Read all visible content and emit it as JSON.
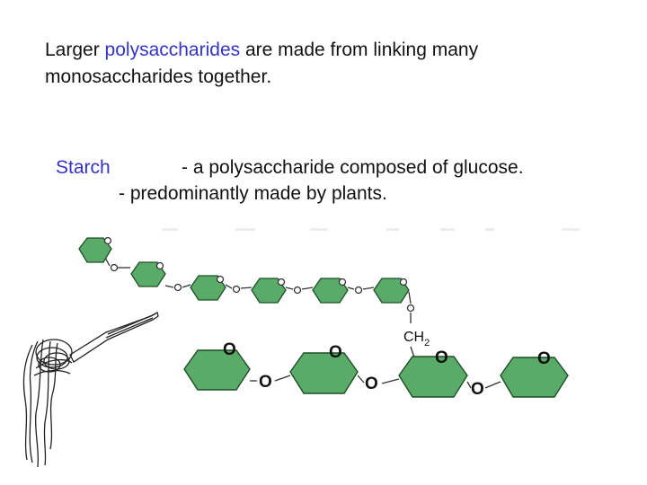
{
  "slide": {
    "intro_line1_prefix": "Larger ",
    "intro_line1_highlight": "polysaccharides",
    "intro_line1_suffix": " are made from linking many",
    "intro_line2": "monosaccharides together.",
    "term": "Starch",
    "definition_line1": "- a polysaccharide composed of glucose.",
    "definition_line2": "- predominantly made by plants."
  },
  "diagram": {
    "oxygen_label": "O",
    "branch_label_ch": "CH",
    "branch_label_sub": "2"
  },
  "colors": {
    "highlight": "#3333cc",
    "ring_fill": "#5aaa68",
    "ring_stroke": "#1f4f2a"
  }
}
